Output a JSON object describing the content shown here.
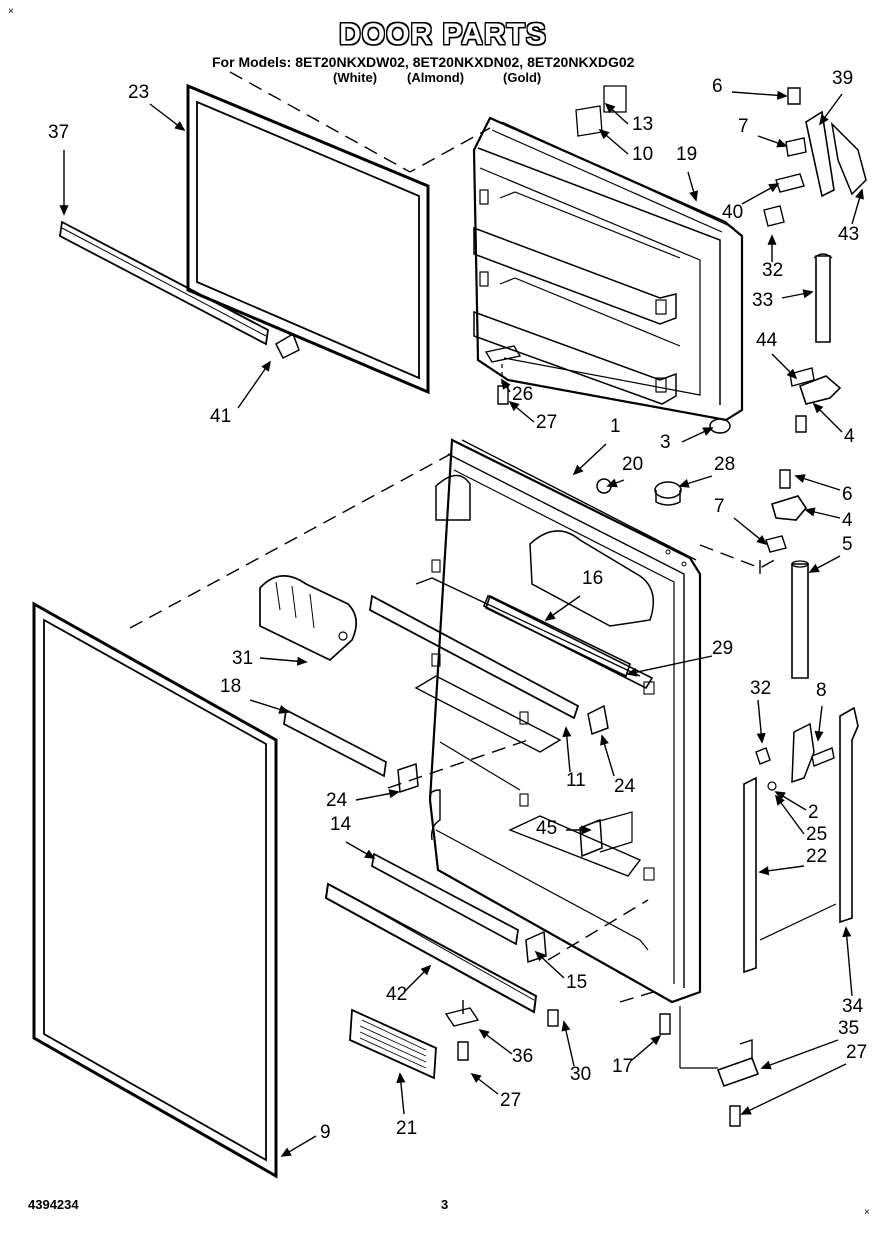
{
  "header": {
    "title": "DOOR PARTS",
    "models_line": "For Models: 8ET20NKXDW02, 8ET20NKXDN02, 8ET20NKXDG02",
    "color_labels": [
      "(White)",
      "(Almond)",
      "(Gold)"
    ]
  },
  "footer": {
    "doc_number": "4394234",
    "page_number": "3"
  },
  "marks": {
    "top_left": "×",
    "bottom_right": "×"
  },
  "callouts": [
    "23",
    "37",
    "41",
    "13",
    "10",
    "19",
    "6",
    "39",
    "7",
    "40",
    "43",
    "32",
    "33",
    "26",
    "27",
    "44",
    "4",
    "1",
    "3",
    "20",
    "28",
    "6",
    "4",
    "7",
    "5",
    "16",
    "29",
    "31",
    "18",
    "32",
    "8",
    "11",
    "24",
    "24",
    "2",
    "25",
    "22",
    "45",
    "14",
    "15",
    "42",
    "36",
    "30",
    "17",
    "34",
    "35",
    "27",
    "21",
    "27",
    "9"
  ]
}
